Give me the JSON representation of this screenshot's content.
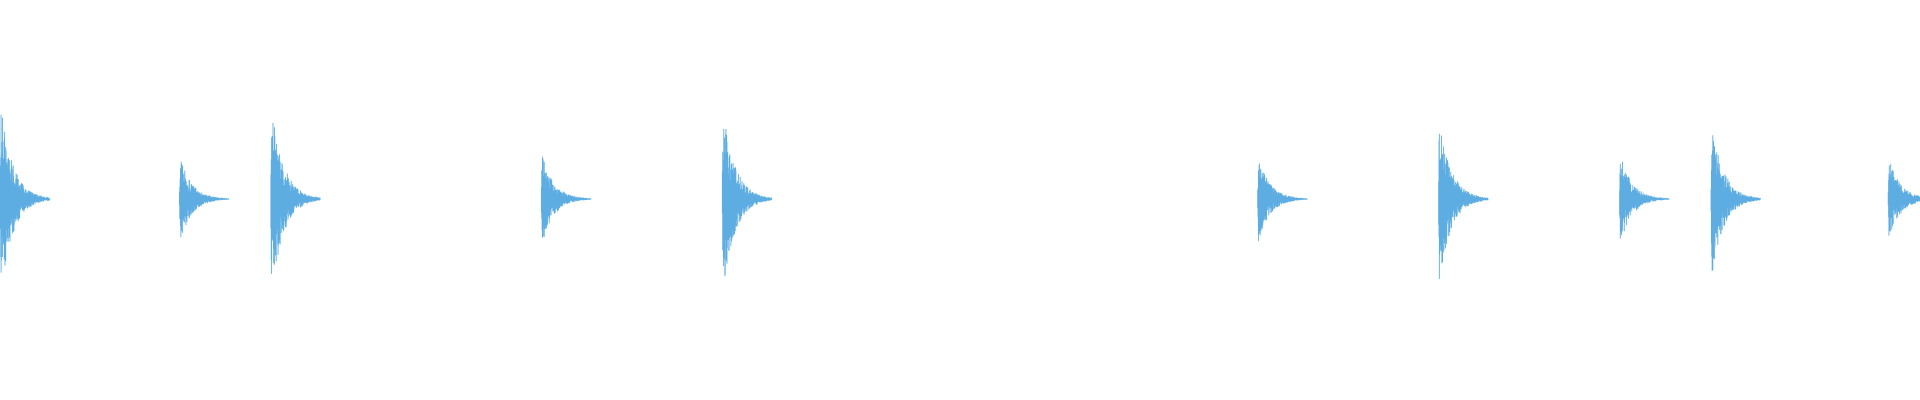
{
  "waveform": {
    "color": "#5dade2",
    "background": "#ffffff",
    "hits": [
      {
        "time": 0.0,
        "peak": 0.96
      },
      {
        "time": 0.094,
        "peak": 0.43
      },
      {
        "time": 0.142,
        "peak": 0.98
      },
      {
        "time": 0.284,
        "peak": 0.46
      },
      {
        "time": 0.379,
        "peak": 0.95
      },
      {
        "time": 0.66,
        "peak": 0.43
      },
      {
        "time": 0.755,
        "peak": 0.85
      },
      {
        "time": 0.85,
        "peak": 0.46
      },
      {
        "time": 0.898,
        "peak": 0.8
      },
      {
        "time": 0.991,
        "peak": 0.42
      }
    ]
  }
}
